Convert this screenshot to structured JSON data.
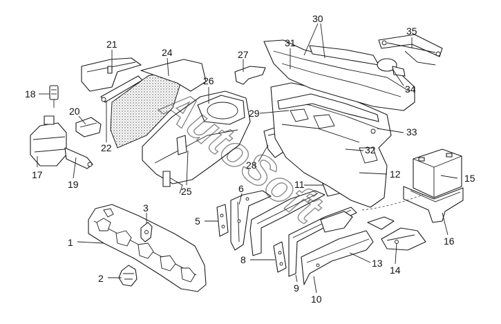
{
  "watermark": "AutoSoft",
  "callouts": [
    {
      "id": "c1",
      "label": "1"
    },
    {
      "id": "c2",
      "label": "2"
    },
    {
      "id": "c3",
      "label": "3"
    },
    {
      "id": "c5",
      "label": "5"
    },
    {
      "id": "c6",
      "label": "6"
    },
    {
      "id": "c8",
      "label": "8"
    },
    {
      "id": "c9",
      "label": "9"
    },
    {
      "id": "c10",
      "label": "10"
    },
    {
      "id": "c11",
      "label": "11"
    },
    {
      "id": "c12",
      "label": "12"
    },
    {
      "id": "c13",
      "label": "13"
    },
    {
      "id": "c14",
      "label": "14"
    },
    {
      "id": "c15",
      "label": "15"
    },
    {
      "id": "c16",
      "label": "16"
    },
    {
      "id": "c17",
      "label": "17"
    },
    {
      "id": "c18",
      "label": "18"
    },
    {
      "id": "c19",
      "label": "19"
    },
    {
      "id": "c20",
      "label": "20"
    },
    {
      "id": "c21",
      "label": "21"
    },
    {
      "id": "c22",
      "label": "22"
    },
    {
      "id": "c24",
      "label": "24"
    },
    {
      "id": "c25",
      "label": "25"
    },
    {
      "id": "c26",
      "label": "26"
    },
    {
      "id": "c27",
      "label": "27"
    },
    {
      "id": "c28",
      "label": "28"
    },
    {
      "id": "c29",
      "label": "29"
    },
    {
      "id": "c30",
      "label": "30"
    },
    {
      "id": "c31",
      "label": "31"
    },
    {
      "id": "c32",
      "label": "32"
    },
    {
      "id": "c33",
      "label": "33"
    },
    {
      "id": "c34",
      "label": "34"
    },
    {
      "id": "c35",
      "label": "35"
    }
  ]
}
